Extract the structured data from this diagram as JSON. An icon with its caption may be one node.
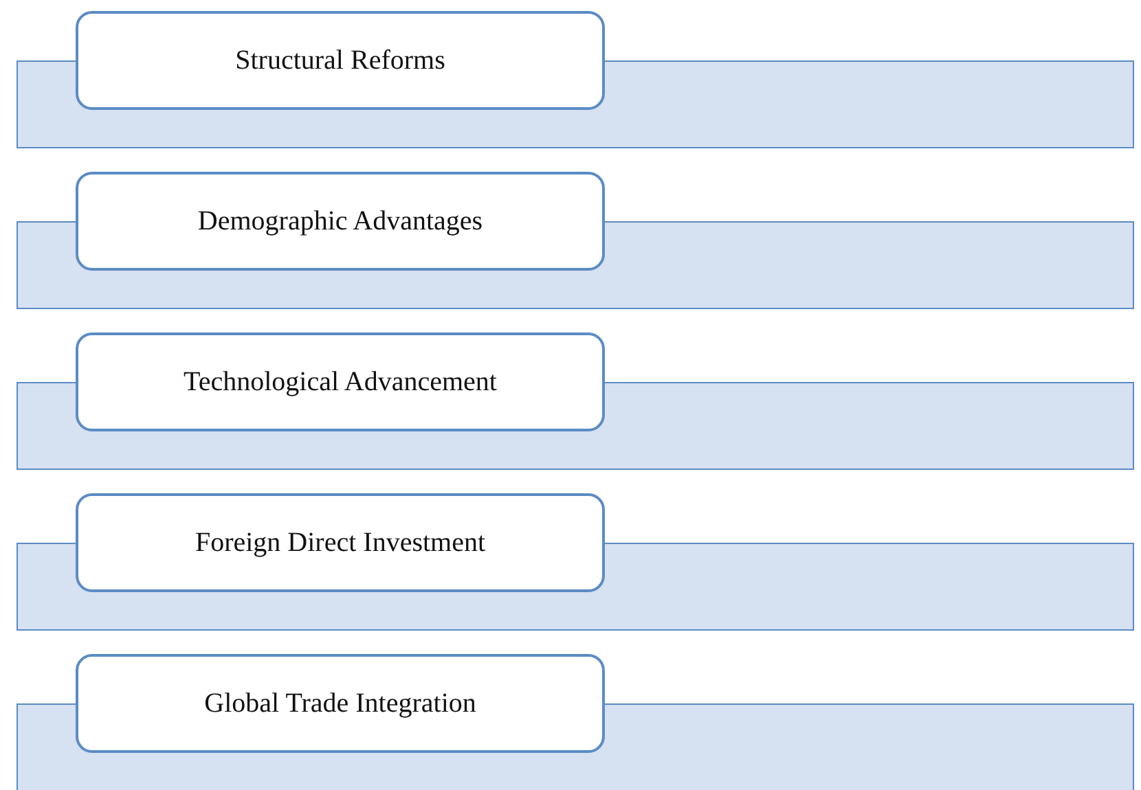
{
  "diagram": {
    "nodes": [
      {
        "text": [
          "Structural Reforms"
        ]
      },
      {
        "text": [
          "Demographic Advantages"
        ]
      },
      {
        "text": [
          "Technological Advancement"
        ]
      },
      {
        "text": [
          "Foreign Direct Investment"
        ]
      },
      {
        "text": [
          "Global Trade Integration"
        ]
      }
    ]
  }
}
